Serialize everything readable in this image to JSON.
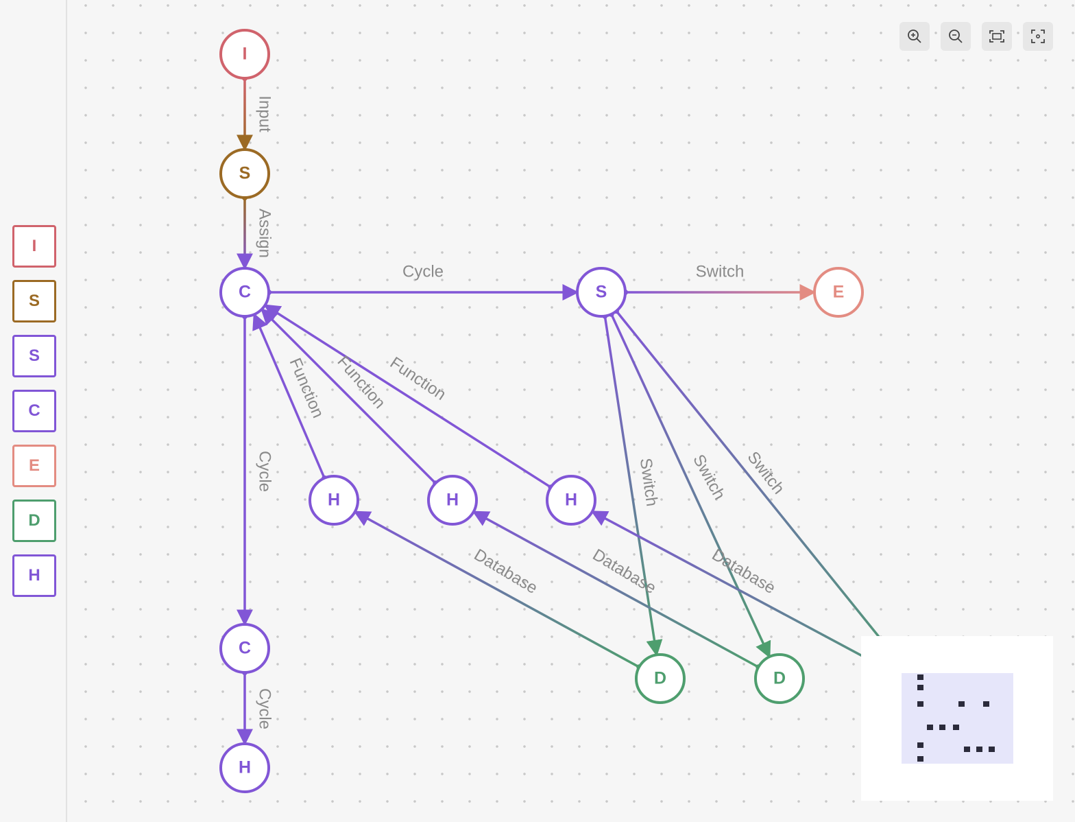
{
  "colors": {
    "background": "#f6f6f6",
    "red": "#d0636c",
    "brown": "#9b6a24",
    "purple": "#8156d6",
    "salmon": "#e38c82",
    "green": "#4e9e6e",
    "edge_label": "#8a8a8a",
    "minimap_view": "#e6e6fa"
  },
  "legend": [
    {
      "label": "I",
      "color": "#d0636c"
    },
    {
      "label": "S",
      "color": "#9b6a24"
    },
    {
      "label": "S",
      "color": "#8156d6"
    },
    {
      "label": "C",
      "color": "#8156d6"
    },
    {
      "label": "E",
      "color": "#e38c82"
    },
    {
      "label": "D",
      "color": "#4e9e6e"
    },
    {
      "label": "H",
      "color": "#8156d6"
    }
  ],
  "nodes": [
    {
      "id": "n1",
      "label": "I",
      "color": "#d0636c"
    },
    {
      "id": "n2",
      "label": "S",
      "color": "#9b6a24"
    },
    {
      "id": "n3",
      "label": "C",
      "color": "#8156d6"
    },
    {
      "id": "n4",
      "label": "S",
      "color": "#8156d6"
    },
    {
      "id": "n5",
      "label": "E",
      "color": "#e38c82"
    },
    {
      "id": "n6",
      "label": "H",
      "color": "#8156d6"
    },
    {
      "id": "n7",
      "label": "H",
      "color": "#8156d6"
    },
    {
      "id": "n8",
      "label": "H",
      "color": "#8156d6"
    },
    {
      "id": "n9",
      "label": "C",
      "color": "#8156d6"
    },
    {
      "id": "n10",
      "label": "H",
      "color": "#8156d6"
    },
    {
      "id": "n11",
      "label": "D",
      "color": "#4e9e6e"
    },
    {
      "id": "n12",
      "label": "D",
      "color": "#4e9e6e"
    }
  ],
  "edges": [
    {
      "from": "n1",
      "to": "n2",
      "label": "Input"
    },
    {
      "from": "n2",
      "to": "n3",
      "label": "Assign"
    },
    {
      "from": "n3",
      "to": "n4",
      "label": "Cycle"
    },
    {
      "from": "n4",
      "to": "n5",
      "label": "Switch"
    },
    {
      "from": "n3",
      "to": "n9",
      "label": "Cycle"
    },
    {
      "from": "n9",
      "to": "n10",
      "label": "Cycle"
    },
    {
      "from": "n6",
      "to": "n3",
      "label": "Function"
    },
    {
      "from": "n7",
      "to": "n3",
      "label": "Function"
    },
    {
      "from": "n8",
      "to": "n3",
      "label": "Function"
    },
    {
      "from": "n4",
      "to": "n11",
      "label": "Switch"
    },
    {
      "from": "n4",
      "to": "n12",
      "label": "Switch"
    },
    {
      "from": "n4",
      "to": "offscreen-right",
      "label": "Switch"
    },
    {
      "from": "n11",
      "to": "n6",
      "label": "Database"
    },
    {
      "from": "n12",
      "to": "n7",
      "label": "Database"
    },
    {
      "from": "offscreen-right",
      "to": "n8",
      "label": "Database"
    }
  ],
  "controls": [
    {
      "name": "zoom-in",
      "icon": "zoom-in-icon"
    },
    {
      "name": "zoom-out",
      "icon": "zoom-out-icon"
    },
    {
      "name": "fit-view",
      "icon": "fit-view-icon"
    },
    {
      "name": "focus",
      "icon": "focus-icon"
    }
  ]
}
